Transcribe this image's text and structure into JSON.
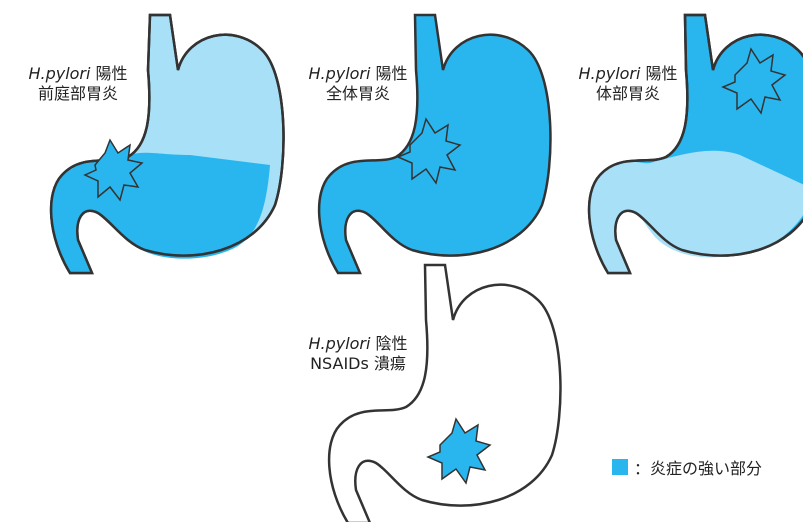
{
  "panels": [
    {
      "line1_italic": "H.pylori",
      "line1_rest": " 陽性",
      "line2": "前庭部胃炎"
    },
    {
      "line1_italic": "H.pylori",
      "line1_rest": " 陽性",
      "line2": "全体胃炎"
    },
    {
      "line1_italic": "H.pylori",
      "line1_rest": " 陽性",
      "line2": "体部胃炎"
    },
    {
      "line1_italic": "H.pylori",
      "line1_rest": " 陰性",
      "line2": "NSAIDs 潰瘍"
    }
  ],
  "legend": {
    "text": "：炎症の強い部分",
    "color": "#29b6ee"
  },
  "colors": {
    "strong": "#29b6ee",
    "light": "#a8e0f7",
    "outline": "#333333"
  }
}
